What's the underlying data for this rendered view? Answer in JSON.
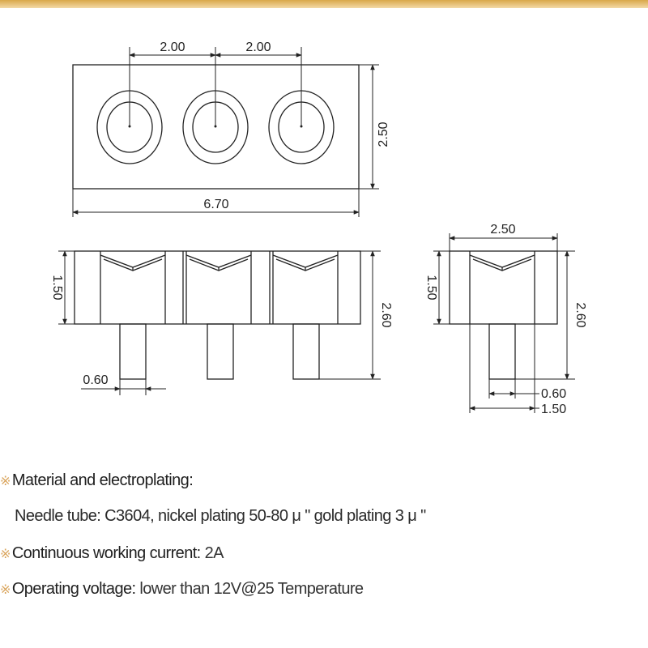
{
  "diagram": {
    "dims": {
      "pitch_1": "2.00",
      "pitch_2": "2.00",
      "top_height": "2.50",
      "top_width": "6.70",
      "front_body_height": "1.50",
      "front_total_height": "2.60",
      "front_pin_width": "0.60",
      "side_width": "2.50",
      "side_body_height": "1.50",
      "side_total_height": "2.60",
      "side_pin_width": "0.60",
      "side_pin_span": "1.50"
    }
  },
  "specs": {
    "bullet": "※",
    "material_label": "Material and electroplating:",
    "needle_tube": "Needle tube: C3604, nickel plating 50-80 μ \" gold plating 3 μ \"",
    "current_label": "Continuous working current:",
    "current_value": " 2A",
    "voltage_label": "Operating voltage:",
    "voltage_value": " lower than 12V@25 Temperature"
  }
}
